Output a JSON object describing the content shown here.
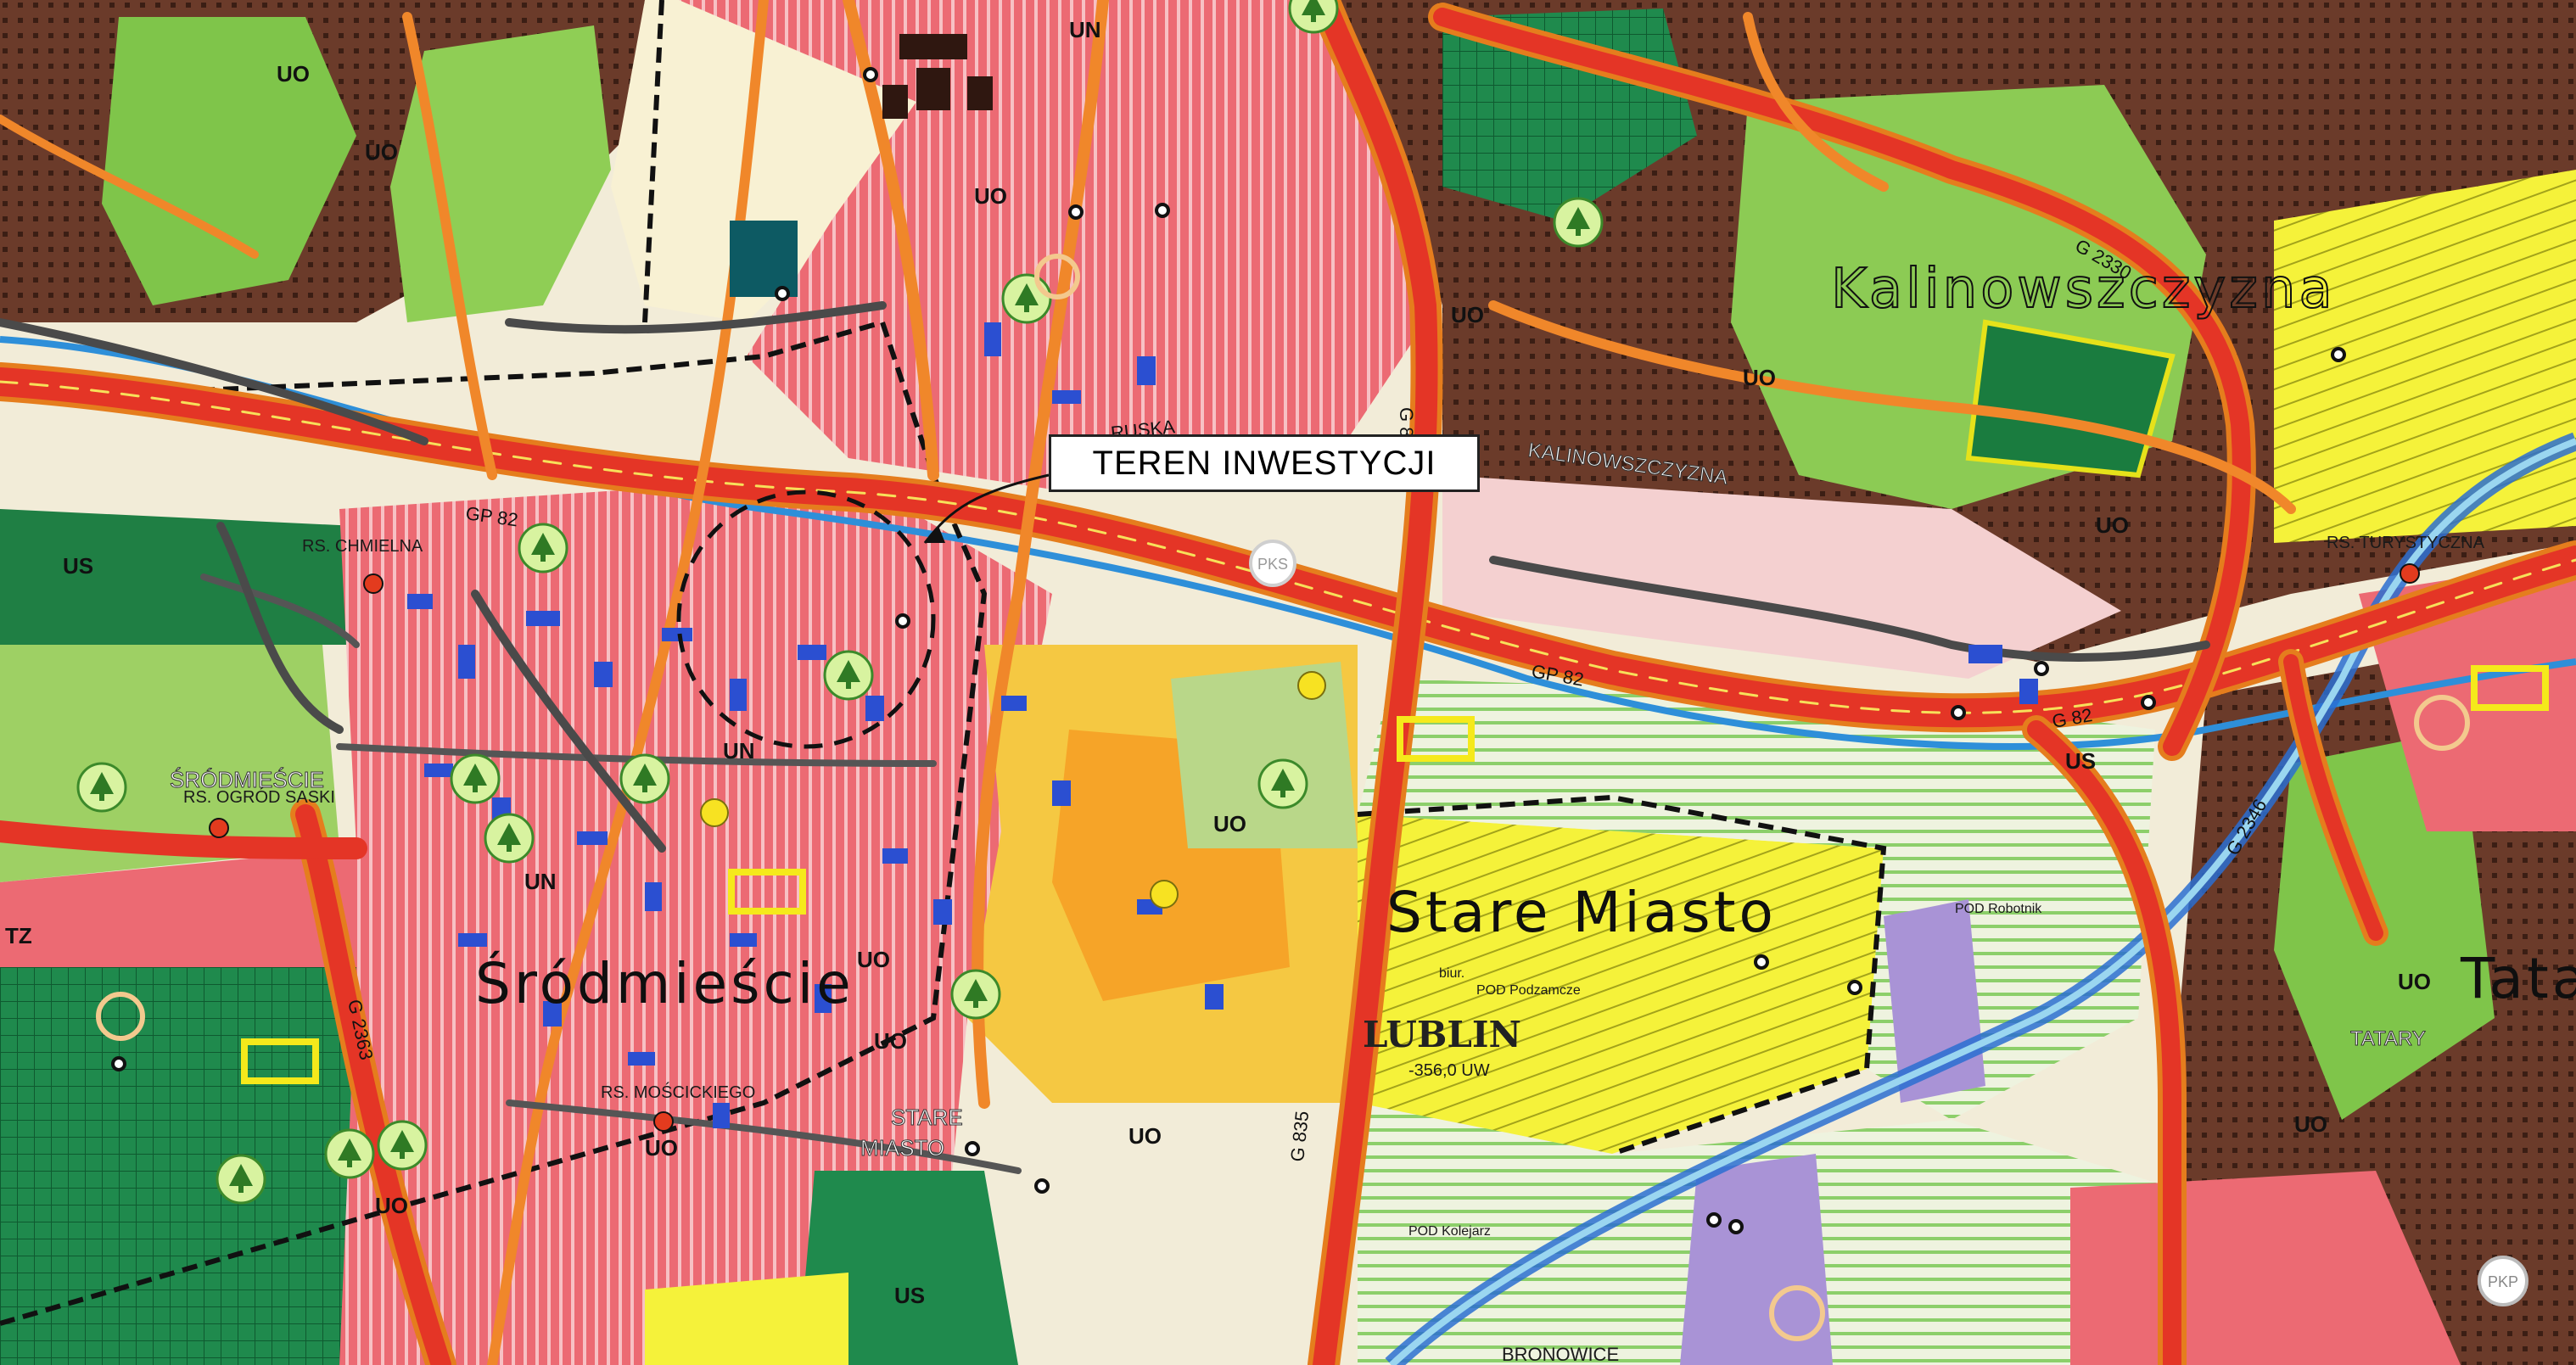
{
  "callout": {
    "text": "TEREN INWESTYCJI"
  },
  "districts": {
    "kalinowszczyzna": "Kalinowszczyzna",
    "stare_miasto": "Stare Miasto",
    "srodmiescie": "Śródmieście",
    "tatary_partial": "Tata",
    "lublin": "LUBLIN",
    "bronowice": "BRONOWICE",
    "stare_miasto_small_1": "STARE",
    "stare_miasto_small_2": "MIASTO",
    "srodmiescie_small": "ŚRÓDMIEŚCIE",
    "tatary_small": "TATARY",
    "os_kalinowszczyzna": "KALINOWSZCZYZNA"
  },
  "roads": {
    "gp82_west": "GP 82",
    "gp82_mid": "GP 82",
    "g82_east": "G 82",
    "g835_north": "G 835",
    "g835_south": "G 835",
    "g2363": "G 2363",
    "g2346": "G 2346",
    "g2330": "G 2330",
    "ruska": "RUSKA"
  },
  "stations": {
    "chmielna": "RS. CHMIELNA",
    "ogrod_saski": "RS. OGRÓD SASKI",
    "moscickiego": "RS. MOŚCICKIEGO",
    "turystyczna": "RS. TURYSTYCZNA"
  },
  "places": {
    "pod_podzamcze": "POD Podzamcze",
    "pod_robotnik": "POD Robotnik",
    "pod_kolejarz": "POD Kolejarz",
    "elevation": "-356,0 UW",
    "pkp": "PKP",
    "pks": "PKS",
    "biuro": "biur."
  },
  "zones": {
    "uo": "UO",
    "un": "UN",
    "us": "US",
    "tz": "TZ"
  }
}
